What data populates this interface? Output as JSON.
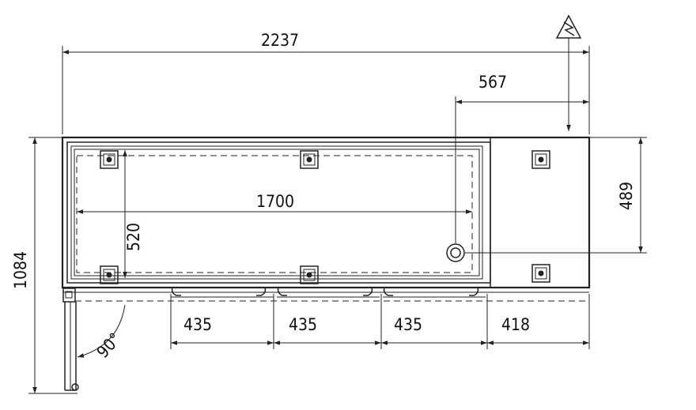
{
  "drawing": {
    "dimensions": {
      "overall_width": "2237",
      "right_offset": "567",
      "inner_width": "1700",
      "inner_height": "520",
      "right_height": "489",
      "overall_depth": "1084",
      "door_1": "435",
      "door_2": "435",
      "door_3": "435",
      "side_module": "418",
      "swing_angle": "90°"
    },
    "symbols": {
      "electrical": "lightning-warning-icon"
    },
    "colors": {
      "line": "#222222",
      "background": "#ffffff"
    }
  }
}
